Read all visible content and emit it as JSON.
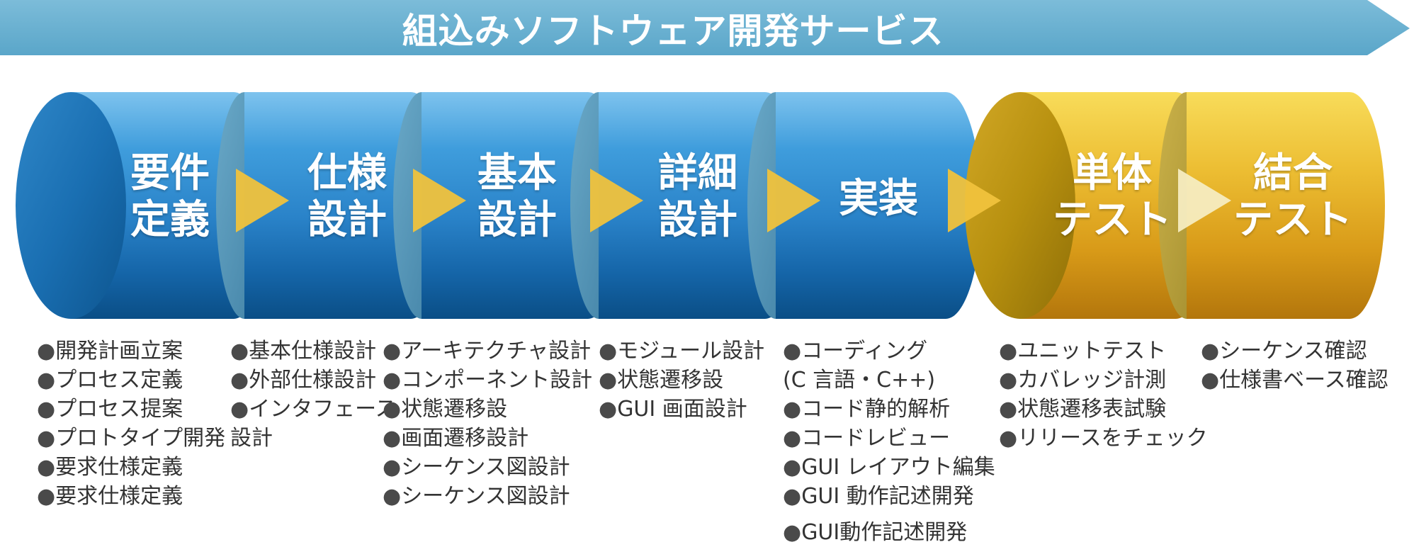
{
  "banner": {
    "title": "組込みソフトウェア開発サービス"
  },
  "colors": {
    "banner": "#6bb1d0",
    "blue_dark": "#0c5f9a",
    "blue_light": "#5ab0e4",
    "gold_dark": "#b07c0a",
    "gold_light": "#f5cf46",
    "arrow": "#f0c23c"
  },
  "stages": [
    {
      "line1": "要件",
      "line2": "定義",
      "color": "blue"
    },
    {
      "line1": "仕様",
      "line2": "設計",
      "color": "blue"
    },
    {
      "line1": "基本",
      "line2": "設計",
      "color": "blue"
    },
    {
      "line1": "詳細",
      "line2": "設計",
      "color": "blue"
    },
    {
      "line1": "実装",
      "line2": "",
      "color": "blue"
    },
    {
      "line1": "単体",
      "line2": "テスト",
      "color": "gold"
    },
    {
      "line1": "結合",
      "line2": "テスト",
      "color": "gold"
    }
  ],
  "lists": [
    {
      "items": [
        "開発計画立案",
        "プロセス定義",
        "プロセス提案",
        "プロトタイプ開発",
        "要求仕様定義",
        "要求仕様定義"
      ]
    },
    {
      "items": [
        "基本仕様設計",
        "外部仕様設計",
        "インタフェース",
        "設計"
      ]
    },
    {
      "items": [
        "アーキテクチャ設計",
        "コンポーネント設計",
        "状態遷移設",
        "画面遷移設計",
        "シーケンス図設計",
        "シーケンス図設計"
      ]
    },
    {
      "items": [
        "モジュール設計",
        "状態遷移設",
        "GUI 画面設計"
      ]
    },
    {
      "items": [
        "コーディング",
        "(C 言語・C++)",
        "コード静的解析",
        "コードレビュー",
        "GUI レイアウト編集",
        "GUI 動作記述開発",
        "GUI動作記述開発"
      ]
    },
    {
      "items": [
        "ユニットテスト",
        "カバレッジ計測",
        "状態遷移表試験",
        "リリースをチェック"
      ]
    },
    {
      "items": [
        "シーケンス確認",
        "仕様書ベース確認"
      ]
    }
  ]
}
